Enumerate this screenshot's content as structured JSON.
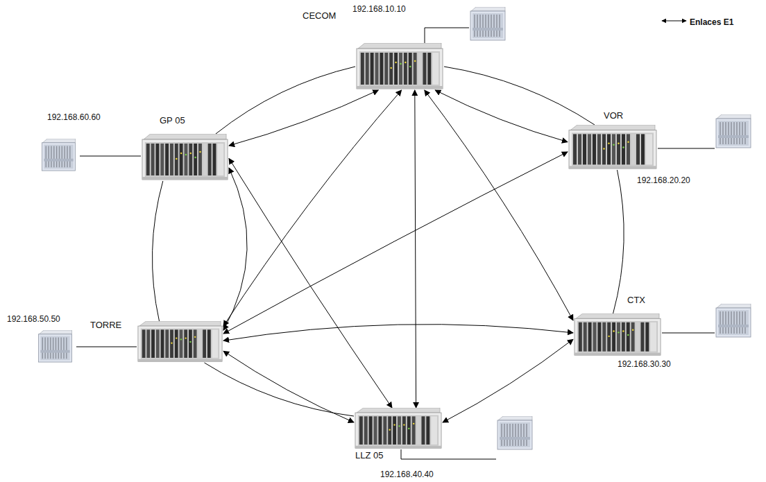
{
  "diagram": {
    "nodes": [
      {
        "text": [
          "CECOM",
          "192.168.10.10"
        ]
      },
      {
        "text": [
          "GP 05",
          "192.168.60.60"
        ]
      },
      {
        "text": [
          "VOR",
          "192.168.20.20"
        ]
      },
      {
        "text": [
          "TORRE",
          "192.168.50.50"
        ]
      },
      {
        "text": [
          "CTX",
          "192.168.30.30"
        ]
      },
      {
        "text": [
          "LLZ 05",
          "192.168.40.40"
        ]
      }
    ],
    "edges": [
      {
        "from": 0,
        "to": 1,
        "arrow": "both"
      },
      {
        "from": 0,
        "to": 2,
        "arrow": "both"
      },
      {
        "from": 0,
        "to": 3,
        "arrow": "both"
      },
      {
        "from": 0,
        "to": 5,
        "arrow": "both"
      },
      {
        "from": 0,
        "to": 4,
        "arrow": "both"
      },
      {
        "from": 1,
        "to": 5,
        "arrow": "both"
      },
      {
        "from": 1,
        "to": 3,
        "arrow": "both"
      },
      {
        "from": 2,
        "to": 3,
        "arrow": "both"
      },
      {
        "from": 3,
        "to": 4,
        "arrow": "both"
      },
      {
        "from": 3,
        "to": 5,
        "arrow": "both"
      },
      {
        "from": 5,
        "to": 4,
        "arrow": "both"
      },
      {
        "from": 1,
        "to": 0,
        "arrow": "none"
      },
      {
        "from": 0,
        "to": 2,
        "arrow": "none"
      },
      {
        "from": 2,
        "to": 4,
        "arrow": "none"
      },
      {
        "from": 1,
        "to": 3,
        "arrow": "none"
      },
      {
        "from": 3,
        "to": 5,
        "arrow": "none"
      }
    ],
    "legend": [
      {
        "text": "Enlaces E1"
      }
    ]
  }
}
